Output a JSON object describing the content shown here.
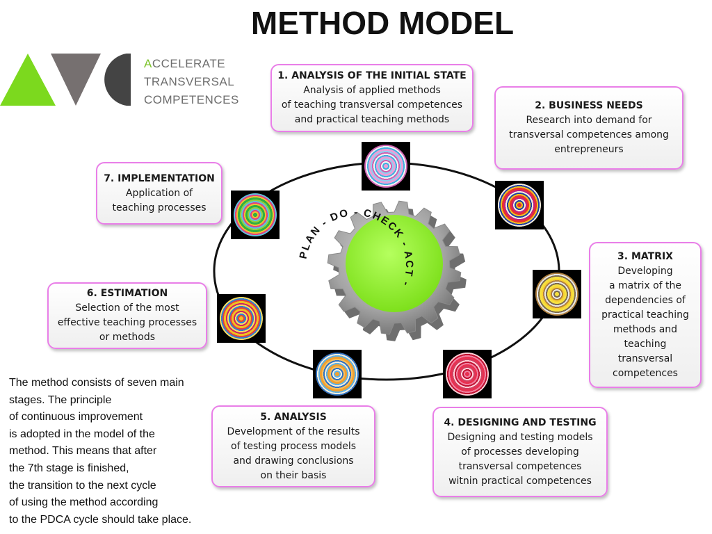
{
  "title": "METHOD MODEL",
  "brand": {
    "line1_accent": "A",
    "line1_rest": "CCELERATE",
    "line2": "TRANSVERSAL",
    "line3": "COMPETENCES"
  },
  "gear_text": "PLAN - DO - CHECK - ACT -",
  "stages": [
    {
      "heading": "1. ANALYSIS OF THE INITIAL STATE",
      "body": "Analysis of applied methods\nof teaching transversal competences\nand practical teaching methods"
    },
    {
      "heading": "2. BUSINESS NEEDS",
      "body": "Research into demand for\ntransversal competences among\nentrepreneurs"
    },
    {
      "heading": "3. MATRIX",
      "body": "Developing\na matrix of the\ndependencies of\npractical teaching\nmethods and\nteaching\ntransversal\ncompetences"
    },
    {
      "heading": "4. DESIGNING AND TESTING",
      "body": "Designing and testing  models\nof processes developing\ntransversal competences\nwitnin practical competences"
    },
    {
      "heading": "5. ANALYSIS",
      "body": "Development of the results\nof testing  process models\nand drawing conclusions\non their basis"
    },
    {
      "heading": "6. ESTIMATION",
      "body": "Selection of the most\neffective teaching processes\nor methods"
    },
    {
      "heading": "7. IMPLEMENTATION",
      "body": "Application of\nteaching processes"
    }
  ],
  "note": "The method consists of seven main\nstages. The principle\nof continuous improvement\nis adopted in the model of the\nmethod. This means that after\nthe 7th stage  is finished,\nthe transition to the next cycle\nof using the method according\nto the PDCA cycle should take place.",
  "colors": {
    "box_border": "#e97ee8",
    "gear_center": "#8ef52c",
    "gear_body": "#a9a9a9",
    "logo_green": "#7cd91e",
    "logo_gray": "#767070",
    "logo_dark": "#444444"
  }
}
